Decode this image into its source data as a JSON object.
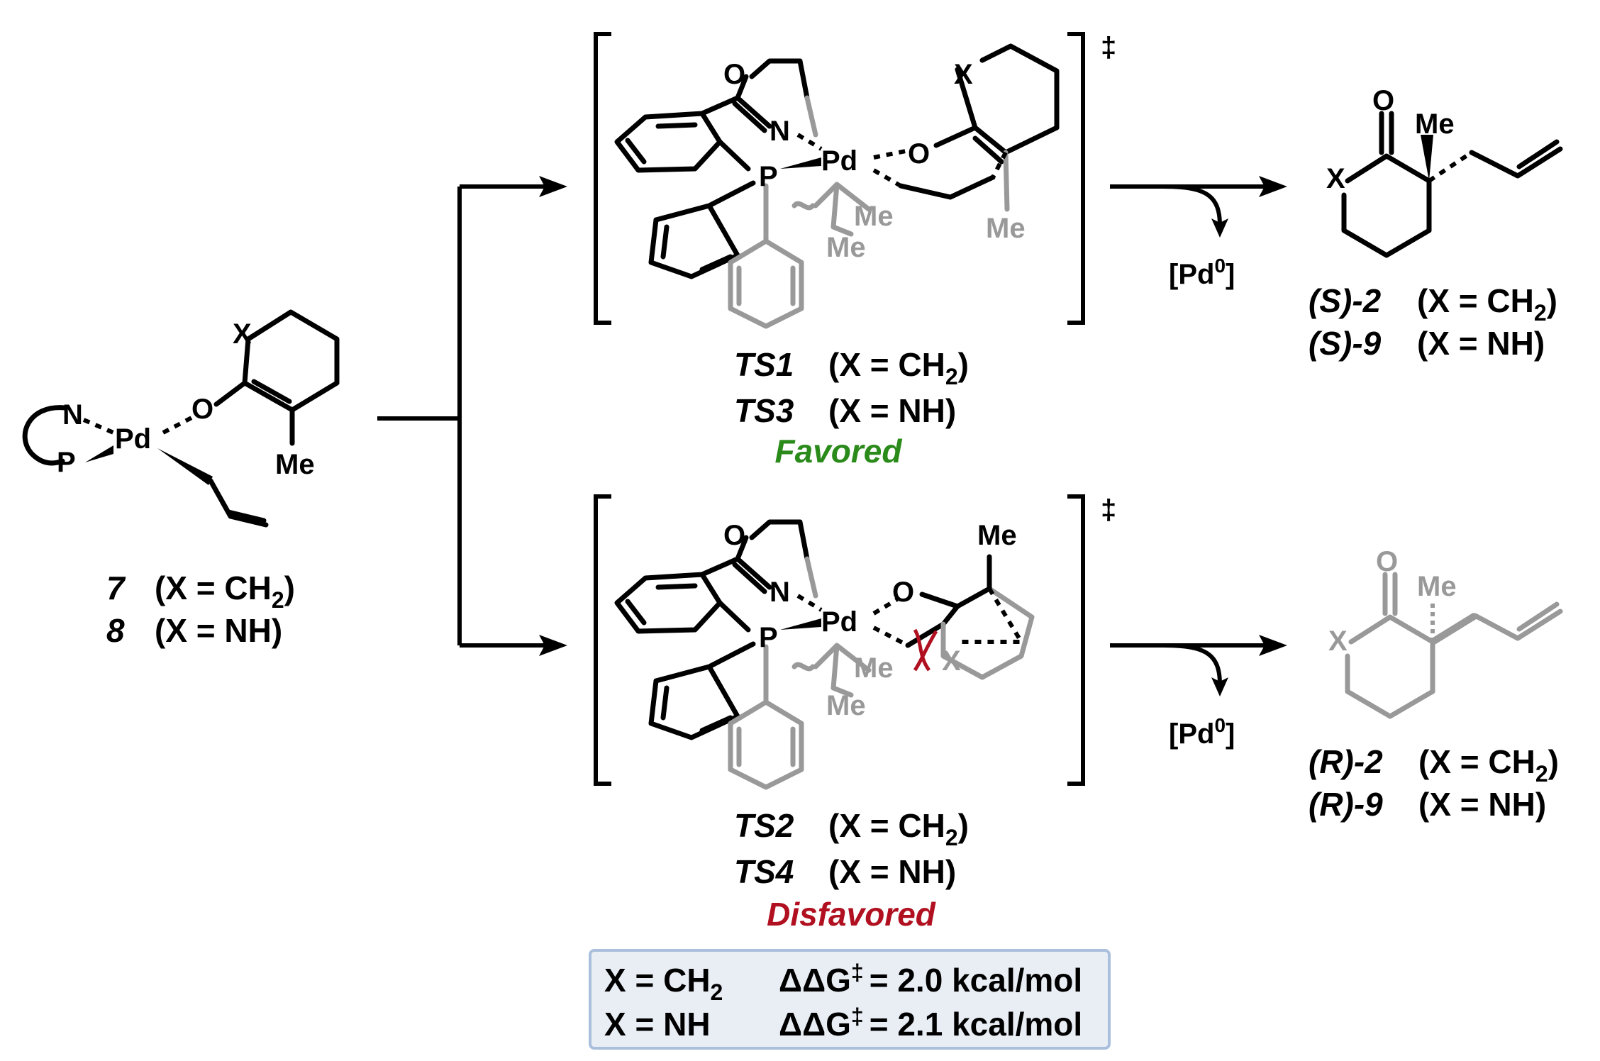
{
  "start": {
    "atoms": {
      "X": "X",
      "O": "O",
      "N": "N",
      "P": "P",
      "Pd": "Pd",
      "Me": "Me"
    },
    "label_7": "7",
    "cond_7": "(X = CH",
    "cond_7_sub": "2",
    "cond_7_close": ")",
    "label_8": "8",
    "cond_8": "(X = NH)"
  },
  "ts_top": {
    "atoms": {
      "O_ring": "O",
      "N": "N",
      "P": "P",
      "Pd": "Pd",
      "O_enol": "O",
      "X": "X",
      "Me1": "Me",
      "Me2": "Me",
      "Me3": "Me"
    },
    "dagger": "‡",
    "label_a": "TS1",
    "cond_a": "(X = CH",
    "cond_a_sub": "2",
    "cond_a_close": ")",
    "label_b": "TS3",
    "cond_b": "(X = NH)",
    "verdict": "Favored"
  },
  "ts_bottom": {
    "atoms": {
      "O_ring": "O",
      "N": "N",
      "P": "P",
      "Pd": "Pd",
      "O_enol": "O",
      "X": "X",
      "Me1": "Me",
      "Me2": "Me",
      "Me3": "Me"
    },
    "dagger": "‡",
    "label_a": "TS2",
    "cond_a": "(X = CH",
    "cond_a_sub": "2",
    "cond_a_close": ")",
    "label_b": "TS4",
    "cond_b": "(X = NH)",
    "verdict": "Disfavored"
  },
  "pd0_top": {
    "text": "[Pd",
    "sup": "0",
    "close": "]"
  },
  "pd0_bottom": {
    "text": "[Pd",
    "sup": "0",
    "close": "]"
  },
  "product_S": {
    "atoms": {
      "O": "O",
      "X": "X",
      "Me": "Me"
    },
    "label_a": "(S)-2",
    "cond_a": "(X = CH",
    "cond_a_sub": "2",
    "cond_a_close": ")",
    "label_b": "(S)-9",
    "cond_b": "(X = NH)"
  },
  "product_R": {
    "atoms": {
      "O": "O",
      "X": "X",
      "Me": "Me"
    },
    "label_a": "(R)-2",
    "cond_a": "(X = CH",
    "cond_a_sub": "2",
    "cond_a_close": ")",
    "label_b": "(R)-9",
    "cond_b": "(X = NH)"
  },
  "energy_box": {
    "row1_x": "X = CH",
    "row1_x_sub": "2",
    "row1_dg": "ΔΔG",
    "row1_dagger": "‡",
    "row1_val": "= 2.0 kcal/mol",
    "row2_x": "X = NH",
    "row2_dg": "ΔΔG",
    "row2_dagger": "‡",
    "row2_val": "= 2.1 kcal/mol"
  },
  "colors": {
    "favored": "#2a8a1a",
    "disfavored": "#b01020",
    "ghost": "#999999",
    "box_fill": "#e9eef5",
    "box_border": "#a9bfdc",
    "clash": "#b01020"
  }
}
